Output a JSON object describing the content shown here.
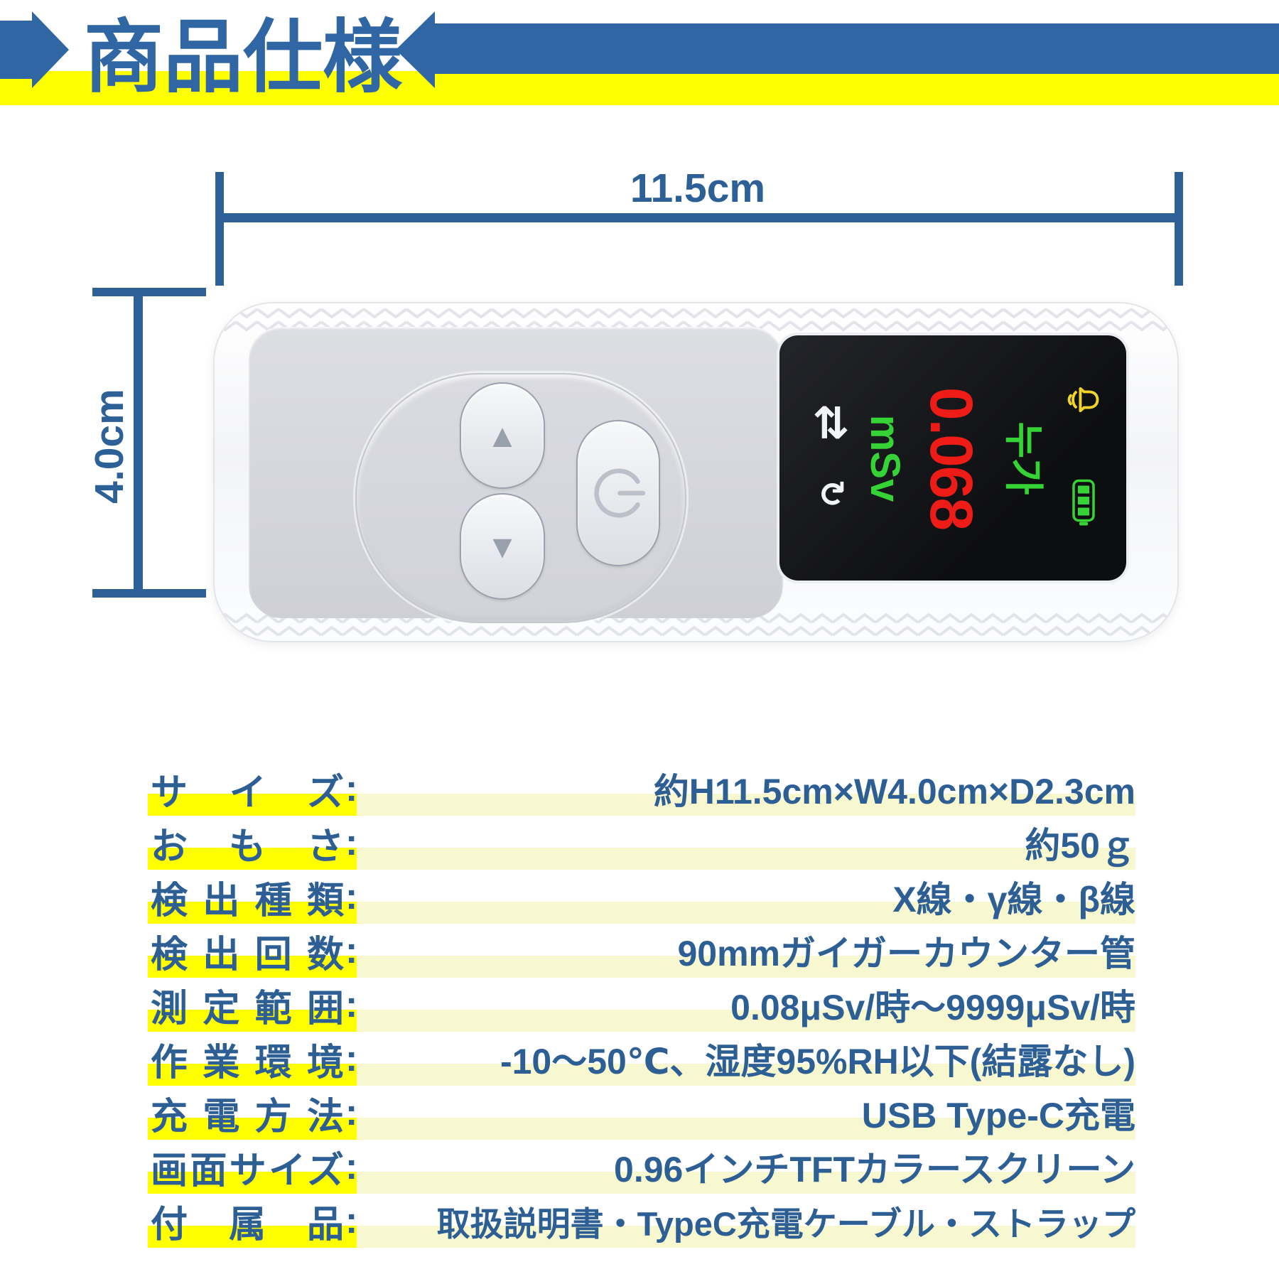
{
  "header": {
    "title": "商品仕様",
    "arrow_color": "#2f66a3",
    "band_color": "#feff00"
  },
  "dimensions": {
    "width_label": "11.5cm",
    "height_label": "4.0cm",
    "line_color": "#2d6097"
  },
  "device": {
    "up_button_glyph": "▲",
    "down_button_glyph": "▼",
    "power_icon": "power-symbol",
    "screen": {
      "alarm_icon": "bell-with-sound-waves",
      "battery_icon": "battery-level-3",
      "mode_label": "누가",
      "value": "0.068",
      "unit": "mSv",
      "swap_glyph": "⇄",
      "refresh_glyph": "↻",
      "value_color": "#ee1c17",
      "green_color": "#36d336",
      "alarm_color": "#f2d32a"
    }
  },
  "spec_table": {
    "colon": ":",
    "text_color": "#2d5f95",
    "label_highlight": "#ffff00",
    "value_highlight": "#f8f8d0",
    "rows": [
      {
        "label": "サイズ",
        "value": "約H11.5cm×W4.0cm×D2.3cm"
      },
      {
        "label": "おもさ",
        "value": "約50ｇ"
      },
      {
        "label": "検出種類",
        "value": "X線・γ線・β線"
      },
      {
        "label": "検出回数",
        "value": "90mmガイガーカウンター管"
      },
      {
        "label": "測定範囲",
        "value": "0.08μSv/時～9999μSv/時"
      },
      {
        "label": "作業環境",
        "value": "-10～50℃、湿度95%RH以下(結露なし)"
      },
      {
        "label": "充電方法",
        "value": "USB Type-C充電"
      },
      {
        "label": "画面サイズ",
        "value": "0.96インチTFTカラースクリーン"
      },
      {
        "label": "付属品",
        "value": "取扱説明書・TypeC充電ケーブル・ストラップ"
      }
    ]
  }
}
